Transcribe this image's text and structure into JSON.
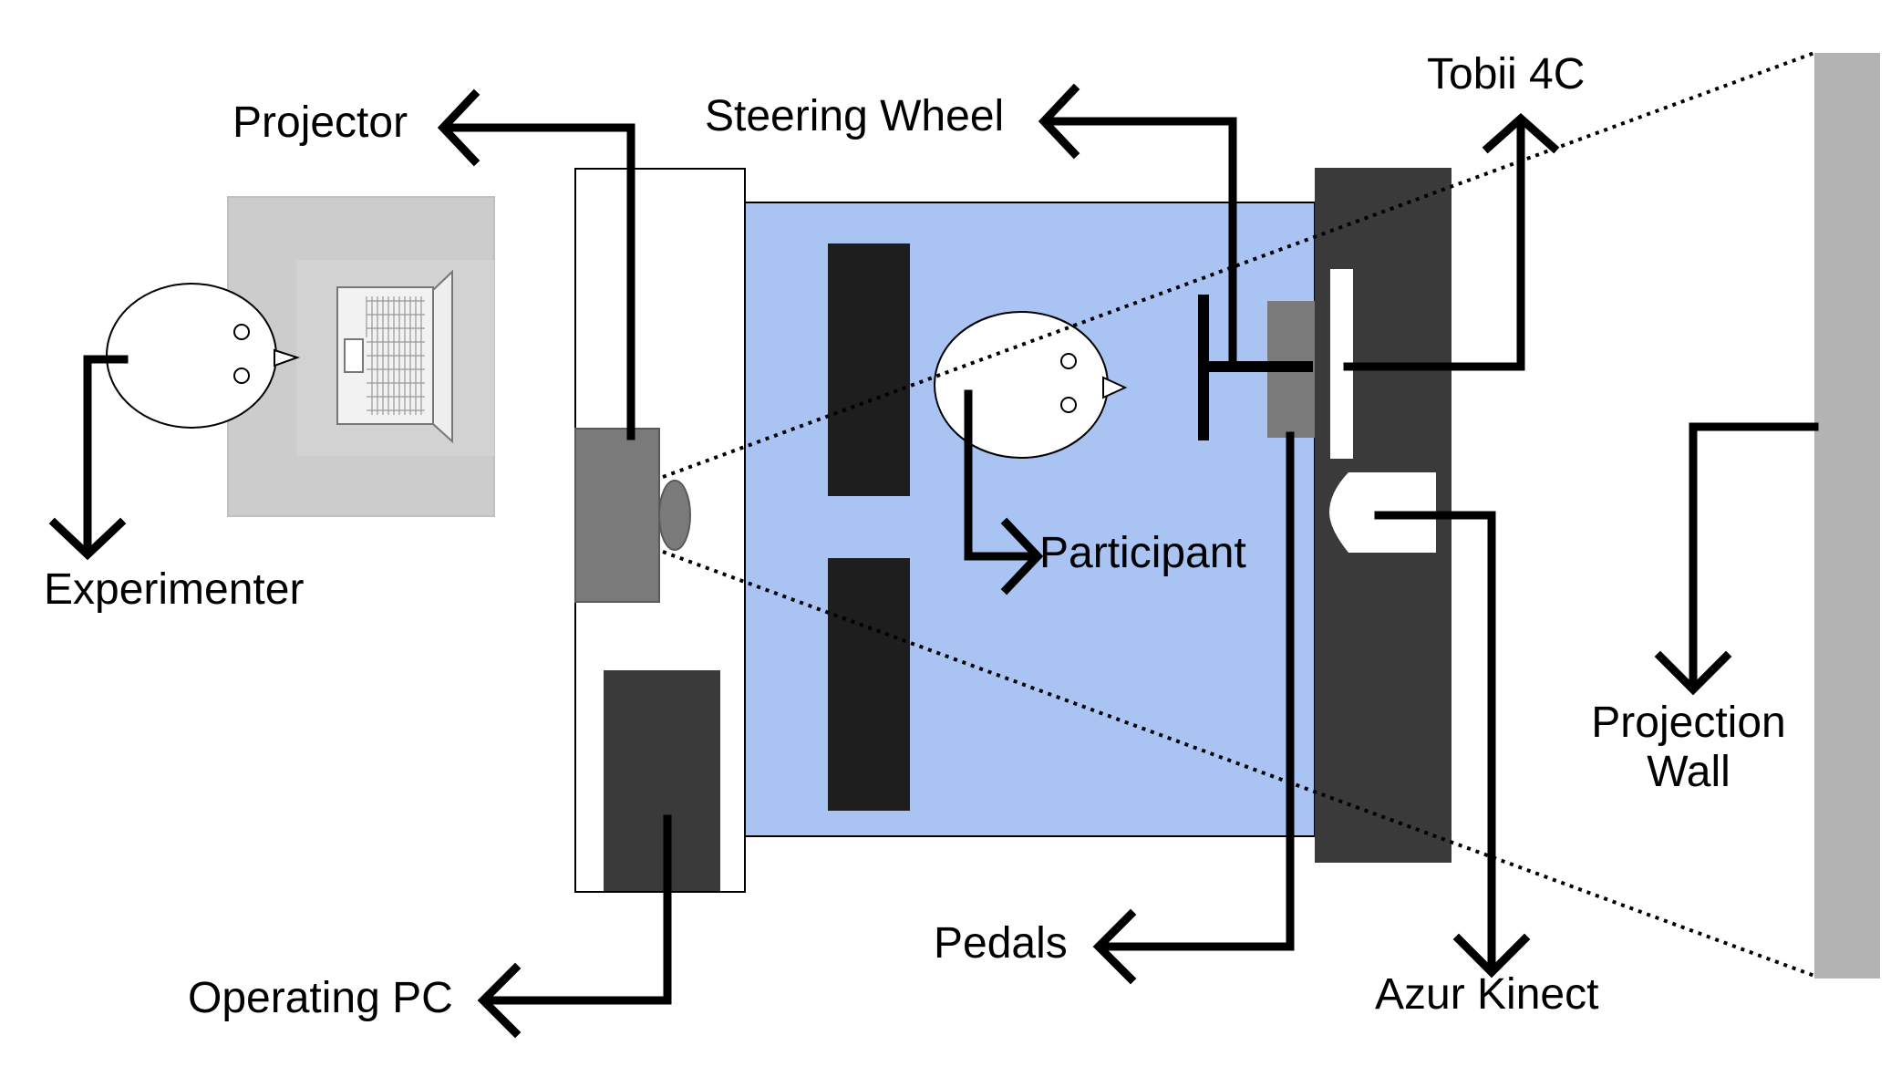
{
  "labels": {
    "projector": "Projector",
    "steering_wheel": "Steering Wheel",
    "tobii": "Tobii 4C",
    "experimenter": "Experimenter",
    "participant": "Participant",
    "projection_wall_line1": "Projection",
    "projection_wall_line2": "Wall",
    "pedals": "Pedals",
    "operating_pc": "Operating PC",
    "azur_kinect": "Azur Kinect"
  },
  "colors": {
    "cabin_blue": "#a9c3f3",
    "dark_panel": "#3a3a3a",
    "seat_black": "#1e1e1e",
    "projector_gray": "#7a7a7a",
    "desk_gray": "#cccccc",
    "wall_gray": "#b3b3b3",
    "line_black": "#000000"
  },
  "icons": {
    "experimenter": "person-topview-icon",
    "participant": "person-topview-icon",
    "laptop": "laptop-icon"
  }
}
